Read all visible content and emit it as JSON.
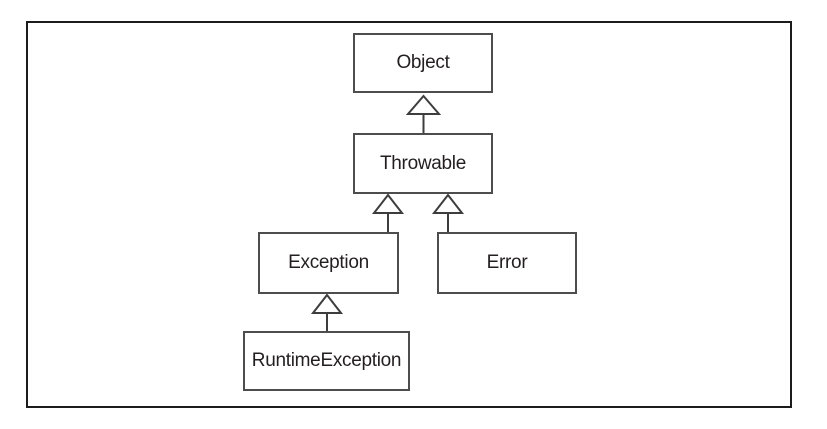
{
  "diagram": {
    "type": "class-inheritance",
    "nodes": [
      {
        "id": "object",
        "label": "Object"
      },
      {
        "id": "throwable",
        "label": "Throwable"
      },
      {
        "id": "exception",
        "label": "Exception"
      },
      {
        "id": "error",
        "label": "Error"
      },
      {
        "id": "runtime_exception",
        "label": "RuntimeException"
      }
    ],
    "edges": [
      {
        "from": "Throwable",
        "to": "Object",
        "type": "inheritance"
      },
      {
        "from": "Exception",
        "to": "Throwable",
        "type": "inheritance"
      },
      {
        "from": "Error",
        "to": "Throwable",
        "type": "inheritance"
      },
      {
        "from": "RuntimeException",
        "to": "Exception",
        "type": "inheritance"
      }
    ],
    "colors": {
      "background": "#ffffff",
      "frame_border": "#1c1c1c",
      "box_border": "#4d4d4d",
      "connector": "#3d3d3d",
      "text": "#231f20"
    }
  }
}
